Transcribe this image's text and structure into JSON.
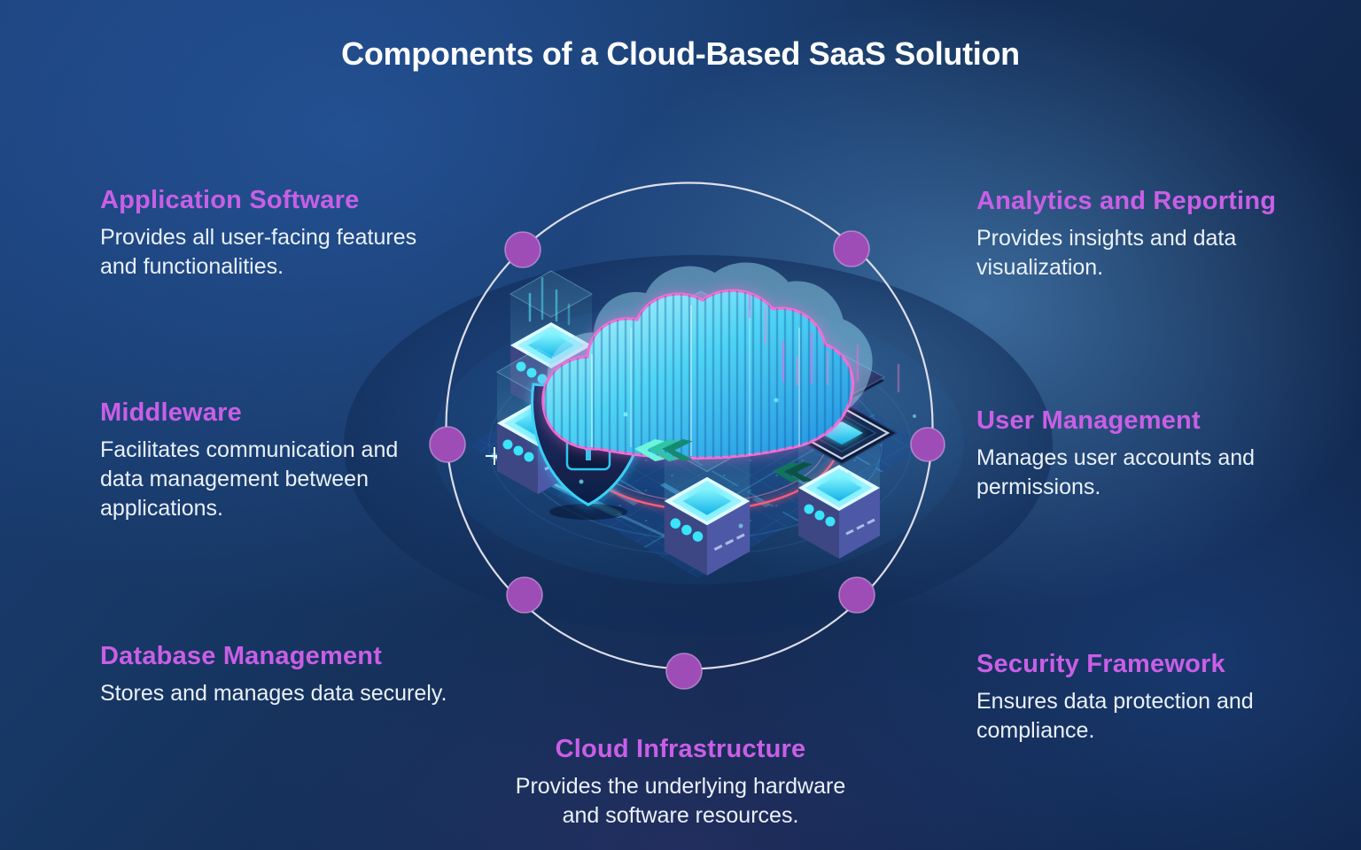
{
  "title": "Components of a Cloud-Based SaaS Solution",
  "components": [
    {
      "id": "application-software",
      "label": "Application Software",
      "description": "Provides all user-facing features\nand functionalities."
    },
    {
      "id": "middleware",
      "label": "Middleware",
      "description": "Facilitates communication and\ndata management between\napplications."
    },
    {
      "id": "database-management",
      "label": "Database Management",
      "description": "Stores and manages data securely."
    },
    {
      "id": "analytics-and-reporting",
      "label": "Analytics and Reporting",
      "description": "Provides insights and data\nvisualization."
    },
    {
      "id": "user-management",
      "label": "User Management",
      "description": "Manages user accounts and\npermissions."
    },
    {
      "id": "security-framework",
      "label": "Security Framework",
      "description": "Ensures data protection and\ncompliance."
    },
    {
      "id": "cloud-infrastructure",
      "label": "Cloud Infrastructure",
      "description": "Provides the underlying hardware\nand software resources."
    }
  ],
  "colors": {
    "heading": "#c95fe6",
    "body_text": "#eaf1f9",
    "title_text": "#fdfeff",
    "orbit_circle": "#e8e7f1",
    "node_dot": "#9e4db6",
    "accent_cyan": "#3ad6f8",
    "accent_pink": "#ef6fd4",
    "ring_red": "#ff4a68",
    "background_base": "#13305f"
  },
  "illustration": {
    "icons": [
      "cloud-icon",
      "shield-lock-icon",
      "server-icon",
      "cpu-chip-icon",
      "floating-panel-icon",
      "chevron-arrows-icon",
      "circuit-board-icon",
      "glow-ring-icon",
      "laser-beam-icon"
    ]
  }
}
